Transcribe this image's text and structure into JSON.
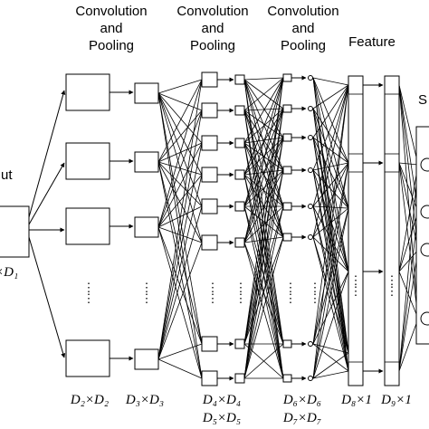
{
  "headers": {
    "input_partial": "ut",
    "conv1": [
      "Convolution",
      "and",
      "Pooling"
    ],
    "conv2": [
      "Convolution",
      "and",
      "Pooling"
    ],
    "conv3": [
      "Convolution",
      "and",
      "Pooling"
    ],
    "feature": "Feature",
    "softmax_partial": "S"
  },
  "dimension_labels": {
    "input": "×D₁",
    "d2": "D₂×D₂",
    "d3": "D₃×D₃",
    "d4": "D₄×D₄",
    "d5": "D₅×D₅",
    "d6": "D₆×D₆",
    "d7": "D₇×D₇",
    "d8": "D₈×1",
    "d9": "D₉×1"
  },
  "ellipsis": "· · ·"
}
